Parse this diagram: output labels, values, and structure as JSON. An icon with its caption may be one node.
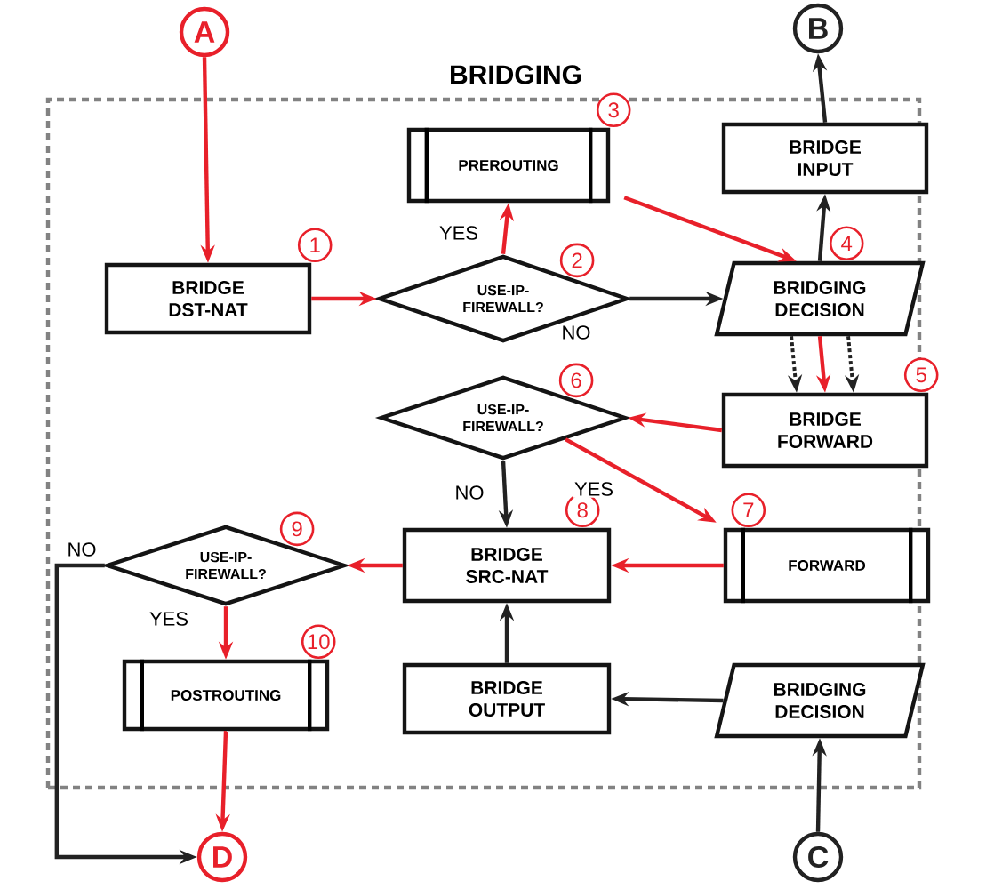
{
  "diagram": {
    "nodes": [
      {
        "text": [
          "BRIDGING"
        ]
      },
      {
        "text": [
          "A"
        ]
      },
      {
        "text": [
          "B"
        ]
      },
      {
        "text": [
          "BRIDGE DST-NAT"
        ],
        "beside": [
          "1"
        ],
        "in": 0
      },
      {
        "text": [
          "USE-IP-FIREWALL?"
        ],
        "beside": [
          "2"
        ],
        "in": 0
      },
      {
        "text": [
          "PREROUTING"
        ],
        "beside": [
          "3"
        ],
        "in": 0
      },
      {
        "text": [
          "BRIDGE INPUT"
        ],
        "in": 0
      },
      {
        "text": [
          "BRIDGING DECISION"
        ],
        "beside": [
          "4"
        ],
        "in": 0
      },
      {
        "text": [
          "BRIDGE FORWARD"
        ],
        "beside": [
          "5"
        ],
        "in": 0
      },
      {
        "text": [
          "USE-IP-FIREWALL?"
        ],
        "beside": [
          "6"
        ],
        "in": 0
      },
      {
        "text": [
          "FORWARD"
        ],
        "beside": [
          "7"
        ],
        "in": 0
      },
      {
        "text": [
          "BRIDGE SRC-NAT"
        ],
        "beside": [
          "8"
        ],
        "in": 0
      },
      {
        "text": [
          "USE-IP-FIREWALL?"
        ],
        "beside": [
          "9"
        ],
        "in": 0
      },
      {
        "text": [
          "POSTROUTING"
        ],
        "beside": [
          "10"
        ],
        "in": 0
      },
      {
        "text": [
          "BRIDGE OUTPUT"
        ],
        "in": 0
      },
      {
        "text": [
          "BRIDGING DECISION"
        ],
        "in": 0
      },
      {
        "text": [
          "C"
        ]
      },
      {
        "text": [
          "D"
        ]
      }
    ],
    "edges": [
      {
        "from": 1,
        "to": 3,
        "arrow": "to"
      },
      {
        "from": 3,
        "to": 4,
        "arrow": "to"
      },
      {
        "from": 4,
        "to": 5,
        "arrow": "to",
        "label": "YES"
      },
      {
        "from": 5,
        "to": 7,
        "arrow": "to"
      },
      {
        "from": 4,
        "to": 7,
        "arrow": "to",
        "label": "NO",
        "color": "#222222"
      },
      {
        "from": 7,
        "to": 6,
        "arrow": "to",
        "color": "#222222"
      },
      {
        "from": 6,
        "to": 2,
        "arrow": "to",
        "color": "#222222"
      },
      {
        "from": 7,
        "to": 8,
        "arrow": "to",
        "style": "dashed",
        "color": "#222222"
      },
      {
        "from": 7,
        "to": 8,
        "arrow": "to"
      },
      {
        "from": 7,
        "to": 8,
        "arrow": "to",
        "style": "dashed",
        "color": "#222222"
      },
      {
        "from": 8,
        "to": 9,
        "arrow": "to"
      },
      {
        "from": 9,
        "to": 11,
        "arrow": "to",
        "label": "NO",
        "color": "#222222"
      },
      {
        "from": 9,
        "to": 10,
        "arrow": "to",
        "label": "YES"
      },
      {
        "from": 10,
        "to": 11,
        "arrow": "to"
      },
      {
        "from": 11,
        "to": 12,
        "arrow": "to"
      },
      {
        "from": 12,
        "to": 13,
        "arrow": "to",
        "label": "YES"
      },
      {
        "from": 12,
        "to": 17,
        "arrow": "to",
        "label": "NO",
        "color": "#222222"
      },
      {
        "from": 13,
        "to": 17,
        "arrow": "to"
      },
      {
        "from": 14,
        "to": 11,
        "arrow": "to",
        "color": "#222222"
      },
      {
        "from": 15,
        "to": 14,
        "arrow": "to",
        "color": "#222222"
      },
      {
        "from": 16,
        "to": 15,
        "arrow": "to",
        "color": "#222222"
      }
    ]
  }
}
